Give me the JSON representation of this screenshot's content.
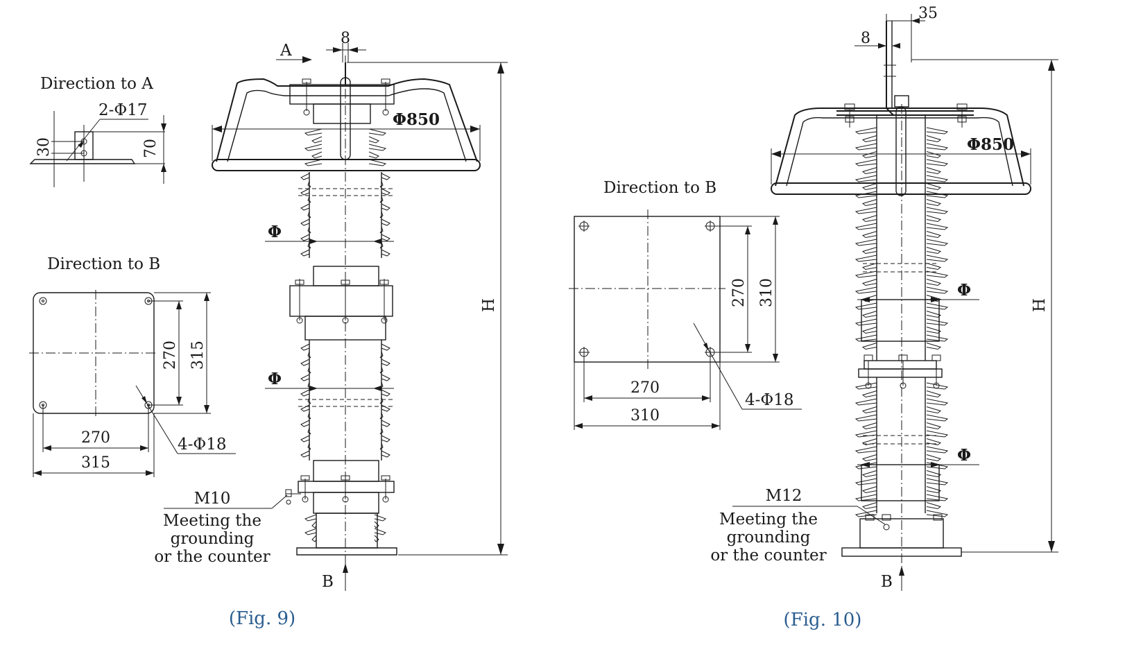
{
  "fig9": {
    "caption": "(Fig. 9)",
    "dir_a_title": "Direction to A",
    "dir_a_holes": "2-Φ17",
    "dir_a_dim_30": "30",
    "dir_a_dim_70": "70",
    "dir_b_title": "Direction to B",
    "dir_b_inner_v": "270",
    "dir_b_outer_v": "315",
    "dir_b_inner_h": "270",
    "dir_b_outer_h": "315",
    "dir_b_holes": "4-Φ18",
    "view_a": "A",
    "view_b": "B",
    "top_dim": "8",
    "ring_dia": "Φ850",
    "shed_dia_1": "Φ",
    "shed_dia_2": "Φ",
    "height": "H",
    "bolt": "M10",
    "ground_line_1": "Meeting the",
    "ground_line_2": "grounding",
    "ground_line_3": "or the counter"
  },
  "fig10": {
    "caption": "(Fig. 10)",
    "dir_b_title": "Direction to B",
    "dir_b_inner_v": "270",
    "dir_b_outer_v": "310",
    "dir_b_inner_h": "270",
    "dir_b_outer_h": "310",
    "dir_b_holes": "4-Φ18",
    "view_b": "B",
    "top_dim_35": "35",
    "top_dim_8": "8",
    "ring_dia": "Φ850",
    "shed_dia_1": "Φ",
    "shed_dia_2": "Φ",
    "height": "H",
    "bolt": "M12",
    "ground_line_1": "Meeting the",
    "ground_line_2": "grounding",
    "ground_line_3": "or the counter"
  }
}
